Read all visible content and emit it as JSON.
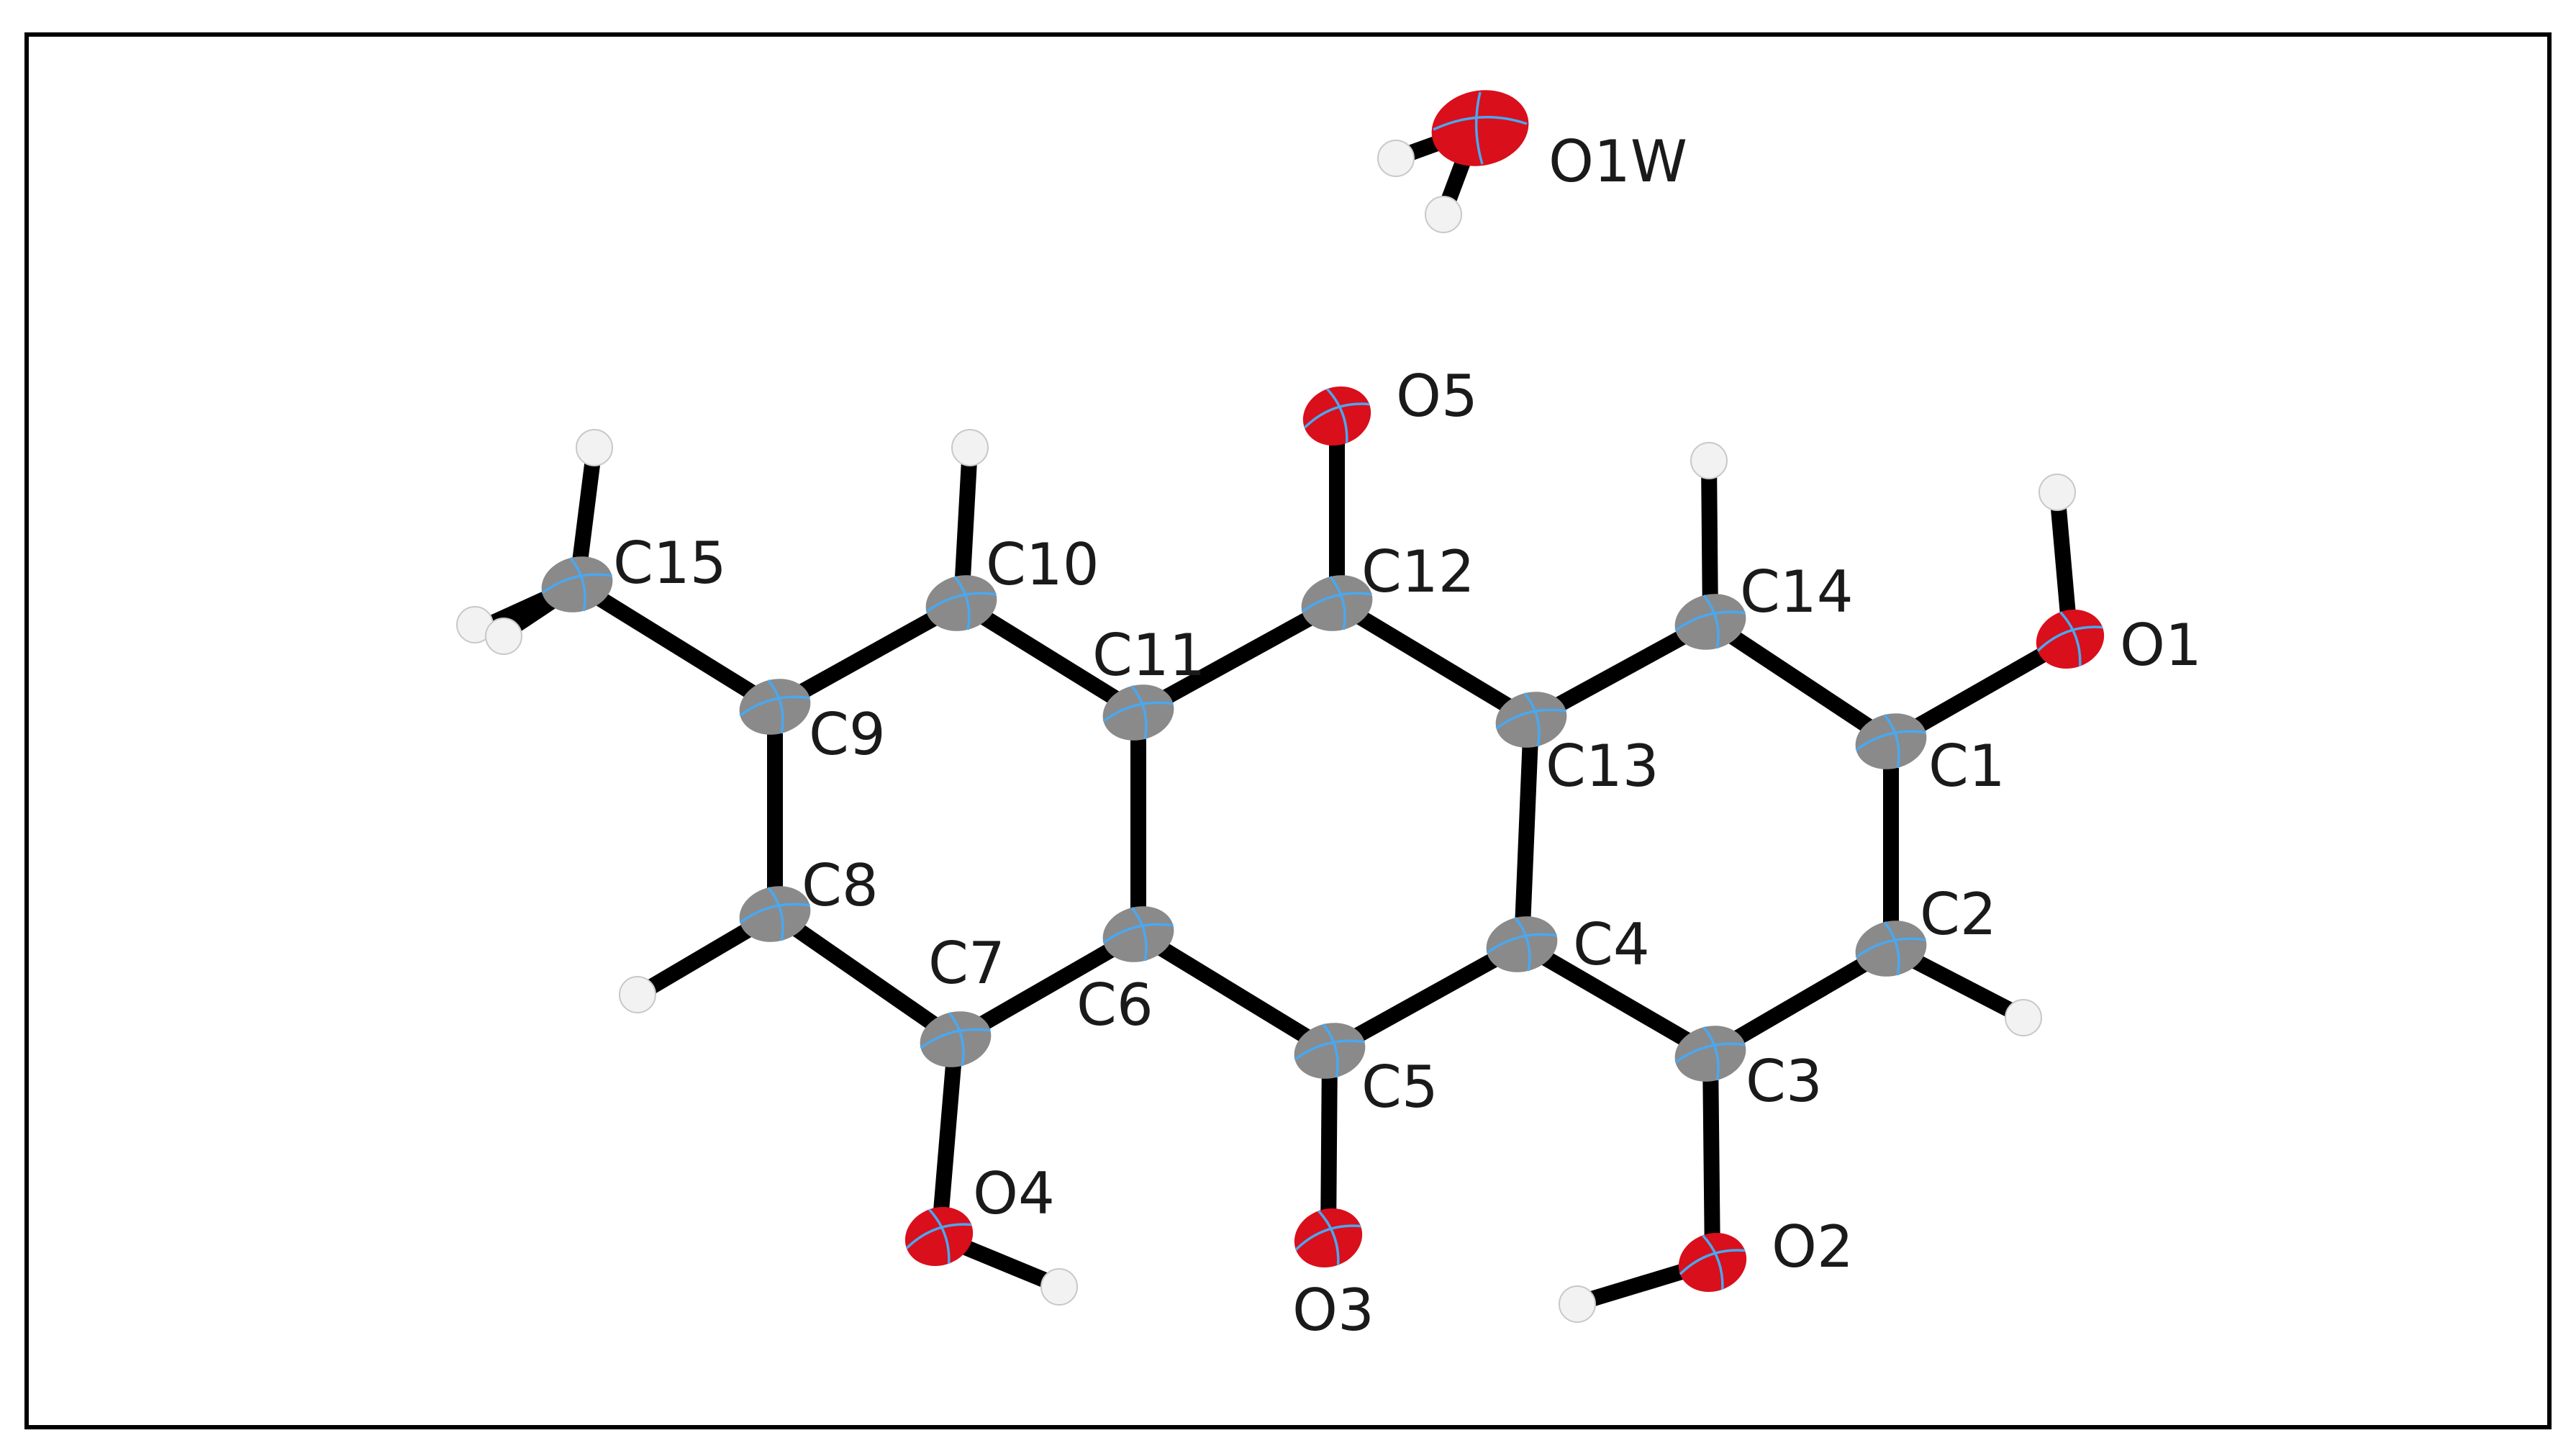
{
  "colors": {
    "background": "#ffffff",
    "frame": "#000000",
    "bond": "#000000",
    "carbon": "#8a8a8a",
    "oxygen": "#d90f1c",
    "hydrogen": "#f2f2f2",
    "ellipsoid_axis": "#4aa8f0",
    "label": "#1a1a1a"
  },
  "labels": {
    "O1W": "O1W",
    "O5": "O5",
    "O1": "O1",
    "O2": "O2",
    "O3": "O3",
    "O4": "O4",
    "C1": "C1",
    "C2": "C2",
    "C3": "C3",
    "C4": "C4",
    "C5": "C5",
    "C6": "C6",
    "C7": "C7",
    "C8": "C8",
    "C9": "C9",
    "C10": "C10",
    "C11": "C11",
    "C12": "C12",
    "C13": "C13",
    "C14": "C14",
    "C15": "C15"
  },
  "atoms": [
    {
      "id": "O1W",
      "element": "O"
    },
    {
      "id": "O5",
      "element": "O"
    },
    {
      "id": "O1",
      "element": "O"
    },
    {
      "id": "O2",
      "element": "O"
    },
    {
      "id": "O3",
      "element": "O"
    },
    {
      "id": "O4",
      "element": "O"
    },
    {
      "id": "C1",
      "element": "C"
    },
    {
      "id": "C2",
      "element": "C"
    },
    {
      "id": "C3",
      "element": "C"
    },
    {
      "id": "C4",
      "element": "C"
    },
    {
      "id": "C5",
      "element": "C"
    },
    {
      "id": "C6",
      "element": "C"
    },
    {
      "id": "C7",
      "element": "C"
    },
    {
      "id": "C8",
      "element": "C"
    },
    {
      "id": "C9",
      "element": "C"
    },
    {
      "id": "C10",
      "element": "C"
    },
    {
      "id": "C11",
      "element": "C"
    },
    {
      "id": "C12",
      "element": "C"
    },
    {
      "id": "C13",
      "element": "C"
    },
    {
      "id": "C14",
      "element": "C"
    },
    {
      "id": "C15",
      "element": "C"
    }
  ],
  "bonds": [
    [
      "C1",
      "C2"
    ],
    [
      "C2",
      "C3"
    ],
    [
      "C3",
      "C4"
    ],
    [
      "C4",
      "C13"
    ],
    [
      "C13",
      "C14"
    ],
    [
      "C14",
      "C1"
    ],
    [
      "C4",
      "C5"
    ],
    [
      "C5",
      "C6"
    ],
    [
      "C6",
      "C11"
    ],
    [
      "C11",
      "C12"
    ],
    [
      "C12",
      "C13"
    ],
    [
      "C6",
      "C7"
    ],
    [
      "C7",
      "C8"
    ],
    [
      "C8",
      "C9"
    ],
    [
      "C9",
      "C10"
    ],
    [
      "C10",
      "C11"
    ],
    [
      "C9",
      "C15"
    ],
    [
      "C12",
      "O5"
    ],
    [
      "C5",
      "O3"
    ],
    [
      "C3",
      "O2"
    ],
    [
      "C7",
      "O4"
    ],
    [
      "C1",
      "O1"
    ]
  ]
}
